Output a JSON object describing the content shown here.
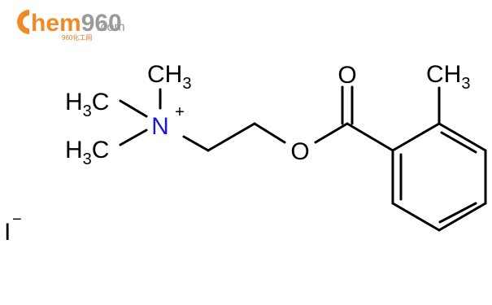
{
  "logo": {
    "letter": "C",
    "text_orange": "hem",
    "text_gray": "960",
    "tld": ".com",
    "tagline": "960化工网",
    "colors": {
      "orange": "#f08a24",
      "gray": "#9a9a9a"
    }
  },
  "molecule": {
    "atoms": {
      "oxygen_carbonyl": "O",
      "oxygen_ester": "O",
      "nitrogen": "N",
      "nitrogen_charge": "+",
      "methyl_top": "CH",
      "methyl_top_sub": "3",
      "methyl_left_upper_h": "H",
      "methyl_left_upper_sub": "3",
      "methyl_left_upper_c": "C",
      "methyl_left_lower_h": "H",
      "methyl_left_lower_sub": "3",
      "methyl_left_lower_c": "C",
      "methyl_ring": "CH",
      "methyl_ring_sub": "3"
    },
    "counterion": {
      "symbol": "I",
      "charge": "−"
    },
    "colors": {
      "bond": "#000000",
      "oxygen": "#d40000",
      "nitrogen": "#1a1ad4",
      "iodine": "#7a2a9a",
      "carbon": "#000000"
    }
  }
}
